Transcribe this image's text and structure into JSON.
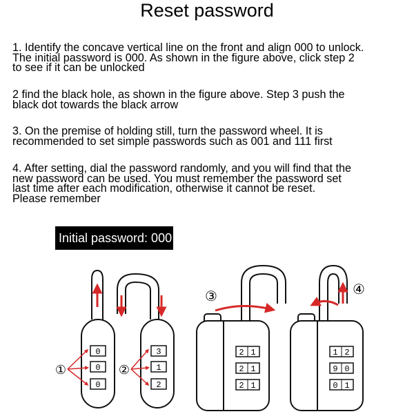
{
  "title": "Reset password",
  "paragraphs": [
    "1. Identify the concave vertical line on the front and align 000 to unlock.\nThe initial password is 000. As shown in the figure above, click step 2\nto see if it can be unlocked",
    "2 find the black hole, as shown in the figure above. Step 3 push the\nblack dot towards the black arrow",
    "3. On the premise of holding still, turn the password wheel. It is\nrecommended to set simple passwords such as 001 and 111 first",
    "4. After setting, dial the password randomly, and you will find that the\nnew password can be used. You must remember the password set\nlast time after each modification, otherwise it cannot be reset.\nPlease remember"
  ],
  "badge": "Initial password: 000",
  "steps": [
    "①",
    "②",
    "③",
    "④"
  ],
  "lock1_digits": [
    "0",
    "0",
    "0"
  ],
  "lock2_digits": [
    "3",
    "1",
    "2"
  ],
  "lock3_digits": [
    [
      "2",
      "1"
    ],
    [
      "2",
      "1"
    ],
    [
      "2",
      "1"
    ]
  ],
  "lock4_digits": [
    [
      "1",
      "2"
    ],
    [
      "9",
      "0"
    ],
    [
      "0",
      "1"
    ]
  ],
  "colors": {
    "arrow": "#d62828",
    "ink": "#111111"
  }
}
